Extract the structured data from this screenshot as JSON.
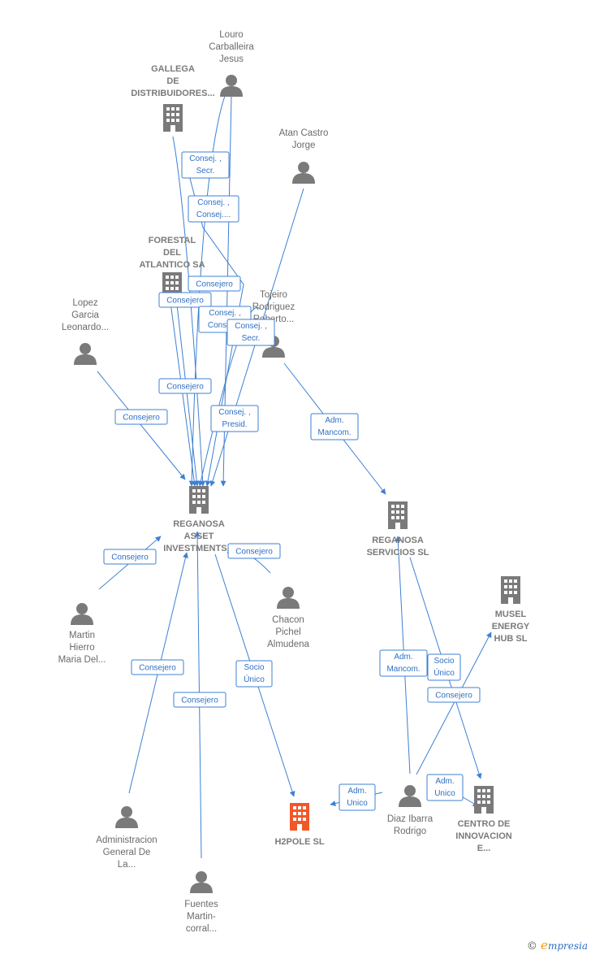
{
  "colors": {
    "edge": "#3d80d3",
    "node": "#7a7a7a",
    "highlight": "#f0582a"
  },
  "nodes": [
    {
      "id": "louro",
      "type": "person",
      "lines": [
        "Louro",
        "Carballeira",
        "Jesus"
      ]
    },
    {
      "id": "gallega",
      "type": "company",
      "lines": [
        "GALLEGA",
        "DE",
        "DISTRIBUIDORES..."
      ]
    },
    {
      "id": "atan",
      "type": "person",
      "lines": [
        "Atan Castro",
        "Jorge"
      ]
    },
    {
      "id": "forestal",
      "type": "company",
      "lines": [
        "FORESTAL",
        "DEL",
        "ATLANTICO SA"
      ]
    },
    {
      "id": "lopez",
      "type": "person",
      "lines": [
        "Lopez",
        "Garcia",
        "Leonardo..."
      ]
    },
    {
      "id": "tojeiro",
      "type": "person",
      "lines": [
        "Tojeiro",
        "Rodriguez",
        "Roberto..."
      ]
    },
    {
      "id": "reganosa_asset",
      "type": "company",
      "lines": [
        "REGANOSA",
        "ASSET",
        "INVESTMENTS..."
      ]
    },
    {
      "id": "reganosa_serv",
      "type": "company",
      "lines": [
        "REGANOSA",
        "SERVICIOS  SL"
      ]
    },
    {
      "id": "musel",
      "type": "company",
      "lines": [
        "MUSEL",
        "ENERGY",
        "HUB  SL"
      ]
    },
    {
      "id": "martin",
      "type": "person",
      "lines": [
        "Martin",
        "Hierro",
        "Maria Del..."
      ]
    },
    {
      "id": "chacon",
      "type": "person",
      "lines": [
        "Chacon",
        "Pichel",
        "Almudena"
      ]
    },
    {
      "id": "administracion",
      "type": "person",
      "lines": [
        "Administracion",
        "General De",
        "La..."
      ]
    },
    {
      "id": "h2pole",
      "type": "company",
      "highlight": true,
      "lines": [
        "H2POLE  SL"
      ]
    },
    {
      "id": "diaz",
      "type": "person",
      "lines": [
        "Diaz Ibarra",
        "Rodrigo"
      ]
    },
    {
      "id": "centro",
      "type": "company",
      "lines": [
        "CENTRO DE",
        "INNOVACION",
        "E..."
      ]
    },
    {
      "id": "fuentes",
      "type": "person",
      "lines": [
        "Fuentes",
        "Martin-",
        "corral..."
      ]
    }
  ],
  "edges": [
    {
      "id": "e1",
      "lines": [
        "Consej. ,",
        "Secr."
      ]
    },
    {
      "id": "e2",
      "lines": [
        "Consej. ,",
        "Consej...."
      ]
    },
    {
      "id": "e3",
      "lines": [
        "Consejero"
      ]
    },
    {
      "id": "e4",
      "lines": [
        "Consejero"
      ]
    },
    {
      "id": "e5",
      "lines": [
        "Consej. ,",
        "Consej...."
      ]
    },
    {
      "id": "e6",
      "lines": [
        "Consej. ,",
        "Secr."
      ]
    },
    {
      "id": "e7",
      "lines": [
        "Consejero"
      ]
    },
    {
      "id": "e8",
      "lines": [
        "Consejero"
      ]
    },
    {
      "id": "e9",
      "lines": [
        "Consej. ,",
        "Presid."
      ]
    },
    {
      "id": "e10",
      "lines": [
        "Adm.",
        "Mancom."
      ]
    },
    {
      "id": "e11",
      "lines": [
        "Consejero"
      ]
    },
    {
      "id": "e12",
      "lines": [
        "Consejero"
      ]
    },
    {
      "id": "e13",
      "lines": [
        "Socio",
        "Único"
      ]
    },
    {
      "id": "e14",
      "lines": [
        "Consejero"
      ]
    },
    {
      "id": "e15",
      "lines": [
        "Consejero"
      ]
    },
    {
      "id": "e16",
      "lines": [
        "Adm.",
        "Mancom."
      ]
    },
    {
      "id": "e17",
      "lines": [
        "Socio",
        "Único"
      ]
    },
    {
      "id": "e18",
      "lines": [
        "Consejero"
      ]
    },
    {
      "id": "e19",
      "lines": [
        "Adm.",
        "Unico"
      ]
    },
    {
      "id": "e20",
      "lines": [
        "Adm.",
        "Unico"
      ]
    }
  ],
  "footer": {
    "copyright": "©",
    "brand_initial": "e",
    "brand_rest": "mpresia"
  }
}
